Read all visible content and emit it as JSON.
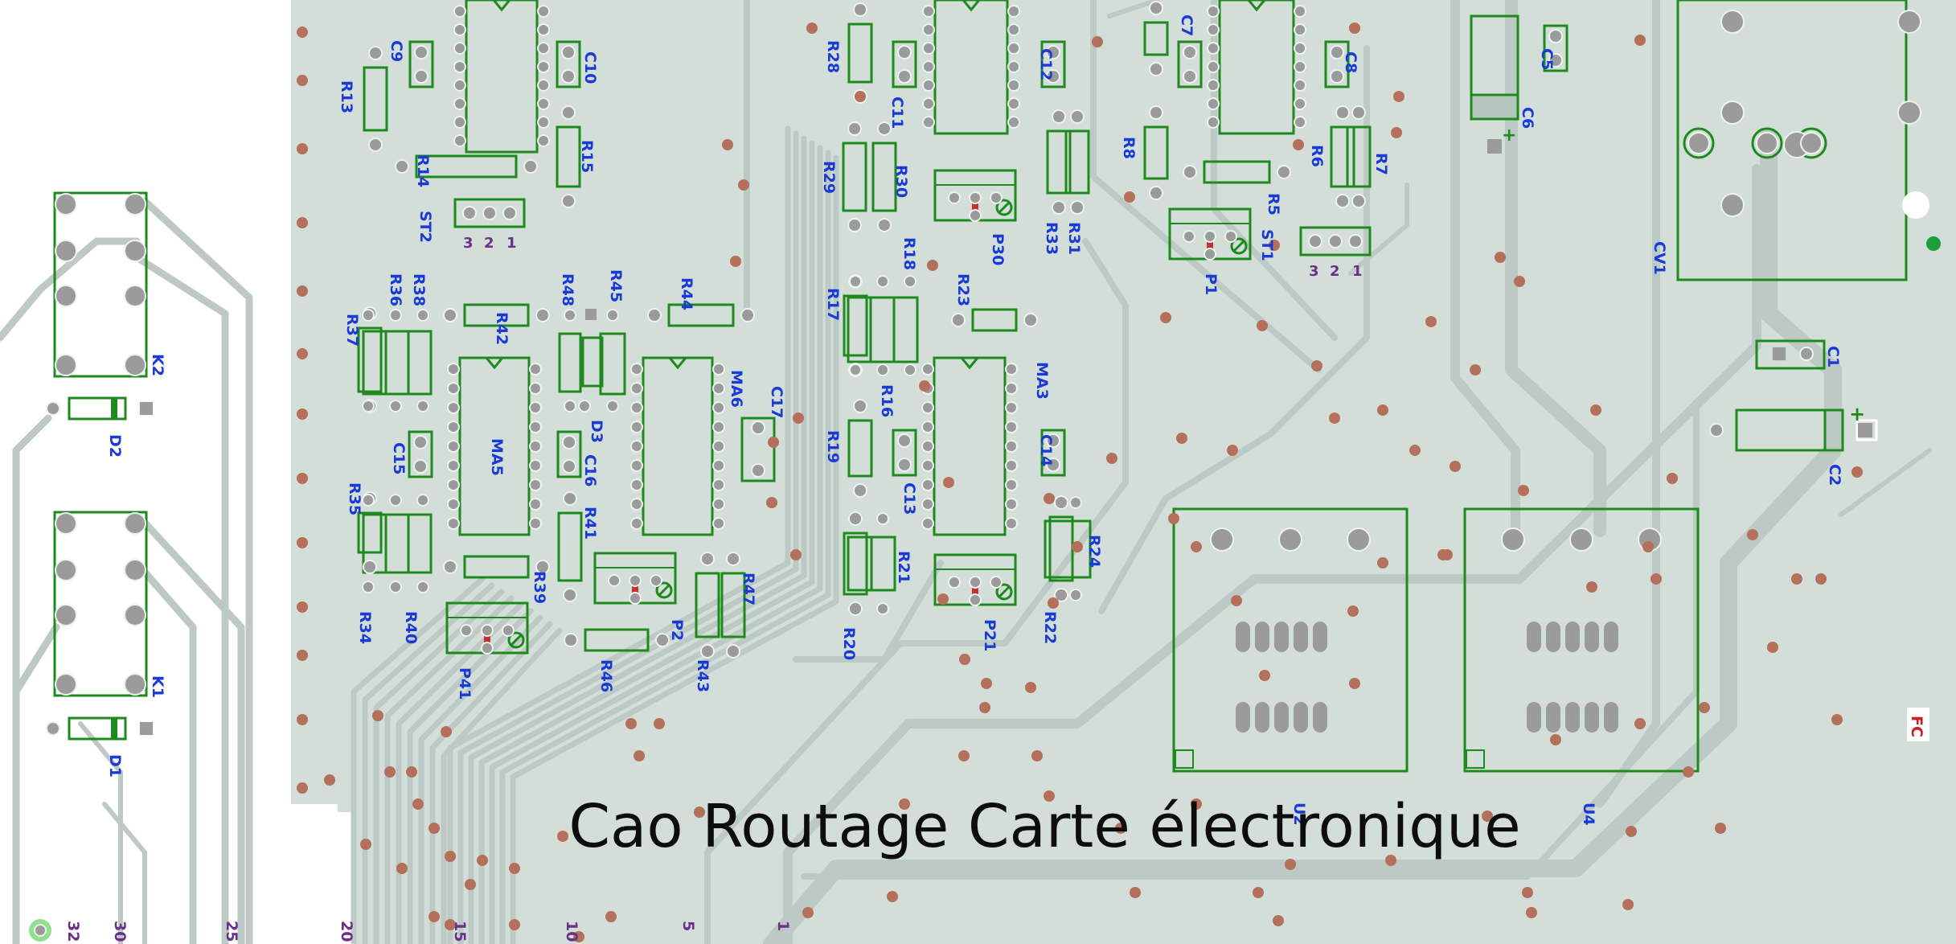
{
  "title": "Cao Routage Carte électronique",
  "colors": {
    "board": "#d3ded8",
    "track": "#bcc9c4",
    "outline": "#1e8a1e",
    "label": "#1a3ad6",
    "pin": "#9b9b9b",
    "via": "#b5705b",
    "pinNumber": "#6b2f8a",
    "fc": "#c81e1e"
  },
  "pin_numbers": [
    "1",
    "2",
    "3",
    "1",
    "2",
    "3",
    "32",
    "30",
    "25",
    "20",
    "15",
    "10",
    "5",
    "1"
  ],
  "marker_fc": "FC",
  "components": [
    {
      "ref": "C9"
    },
    {
      "ref": "C10"
    },
    {
      "ref": "R13"
    },
    {
      "ref": "R14"
    },
    {
      "ref": "R15"
    },
    {
      "ref": "ST2"
    },
    {
      "ref": "R28"
    },
    {
      "ref": "C11"
    },
    {
      "ref": "C12"
    },
    {
      "ref": "R29"
    },
    {
      "ref": "R30"
    },
    {
      "ref": "P30"
    },
    {
      "ref": "R33"
    },
    {
      "ref": "R31"
    },
    {
      "ref": "C7"
    },
    {
      "ref": "C8"
    },
    {
      "ref": "R8"
    },
    {
      "ref": "R5"
    },
    {
      "ref": "R6"
    },
    {
      "ref": "R7"
    },
    {
      "ref": "P1"
    },
    {
      "ref": "ST1"
    },
    {
      "ref": "C5"
    },
    {
      "ref": "C6"
    },
    {
      "ref": "CV1"
    },
    {
      "ref": "C1"
    },
    {
      "ref": "C2"
    },
    {
      "ref": "K2"
    },
    {
      "ref": "D2"
    },
    {
      "ref": "K1"
    },
    {
      "ref": "D1"
    },
    {
      "ref": "R37"
    },
    {
      "ref": "R36"
    },
    {
      "ref": "R38"
    },
    {
      "ref": "R42"
    },
    {
      "ref": "R48"
    },
    {
      "ref": "R45"
    },
    {
      "ref": "R44"
    },
    {
      "ref": "MA6"
    },
    {
      "ref": "C17"
    },
    {
      "ref": "D3"
    },
    {
      "ref": "MA5"
    },
    {
      "ref": "C15"
    },
    {
      "ref": "C16"
    },
    {
      "ref": "R35"
    },
    {
      "ref": "R41"
    },
    {
      "ref": "R34"
    },
    {
      "ref": "R40"
    },
    {
      "ref": "R39"
    },
    {
      "ref": "P41"
    },
    {
      "ref": "P2"
    },
    {
      "ref": "R46"
    },
    {
      "ref": "R43"
    },
    {
      "ref": "R47"
    },
    {
      "ref": "R18"
    },
    {
      "ref": "R17"
    },
    {
      "ref": "R23"
    },
    {
      "ref": "R16"
    },
    {
      "ref": "MA3"
    },
    {
      "ref": "R19"
    },
    {
      "ref": "C13"
    },
    {
      "ref": "C14"
    },
    {
      "ref": "R21"
    },
    {
      "ref": "R24"
    },
    {
      "ref": "R20"
    },
    {
      "ref": "P21"
    },
    {
      "ref": "R22"
    },
    {
      "ref": "U2"
    },
    {
      "ref": "U4"
    }
  ]
}
